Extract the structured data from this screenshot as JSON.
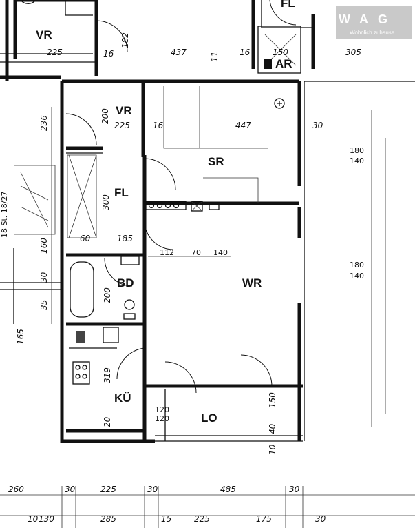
{
  "brand": {
    "logo": "WAG",
    "tagline": "Wohnlich zuhause",
    "colors": {
      "logo_bg": "#c9c9c9",
      "ink": "#111111"
    }
  },
  "rooms": {
    "vr_top": "VR",
    "fl_top": "FL",
    "ar": "AR",
    "vr": "VR",
    "sr": "SR",
    "fl": "FL",
    "wr": "WR",
    "bd": "BD",
    "ku": "KÜ",
    "lo": "LO"
  },
  "dimensions": {
    "top_225": "225",
    "top_16": "16",
    "top_437": "437",
    "top_182": "182",
    "top_11": "11",
    "top_16b": "16",
    "top_150": "150",
    "top_305": "305",
    "vr_200": "200",
    "vr_225": "225",
    "vr_16": "16",
    "sr_447": "447",
    "sr_30": "30",
    "left_236": "236",
    "fl_300": "300",
    "fl_185": "185",
    "fl_60": "60",
    "left_160": "160",
    "left_30": "30",
    "left_35": "35",
    "left_165": "165",
    "mid_112": "112",
    "mid_70": "70",
    "mid_140": "140",
    "bd_200": "200",
    "ku_319": "319",
    "ku_20": "20",
    "lo_120a": "120",
    "lo_120b": "120",
    "lo_150": "150",
    "lo_40": "40",
    "lo_10": "10",
    "win_180a": "180",
    "win_140a": "140",
    "win_180b": "180",
    "win_140b": "140",
    "stair": "18 St. 18/27",
    "b1_260": "260",
    "b1_30a": "30",
    "b1_225": "225",
    "b1_30b": "30",
    "b1_485": "485",
    "b1_30c": "30",
    "b2_10": "10",
    "b2_130": "130",
    "b2_285": "285",
    "b2_15": "15",
    "b2_225": "225",
    "b2_175": "175",
    "b2_30": "30"
  }
}
